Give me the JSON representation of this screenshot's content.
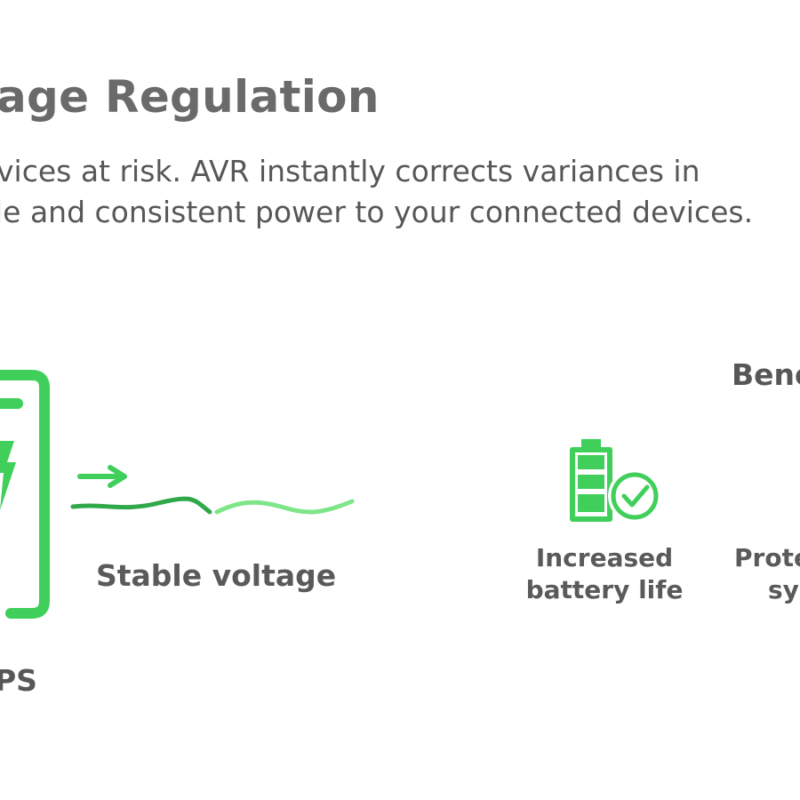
{
  "header": {
    "title": "age Regulation",
    "description_line1": "vices at risk. AVR instantly corrects variances in",
    "description_line2": "le and consistent power to your connected devices."
  },
  "diagram": {
    "ups_label": "PS",
    "stable_voltage_label": "Stable voltage",
    "benefits_title": "Bene",
    "benefits": [
      {
        "line1": "Increased",
        "line2": "battery life"
      },
      {
        "line1": "Prote",
        "line2": "sys"
      }
    ]
  },
  "colors": {
    "green_bright": "#3fcf5a",
    "green_dark": "#2fa84a",
    "green_light": "#7ee689",
    "text": "#5d5d5d"
  }
}
